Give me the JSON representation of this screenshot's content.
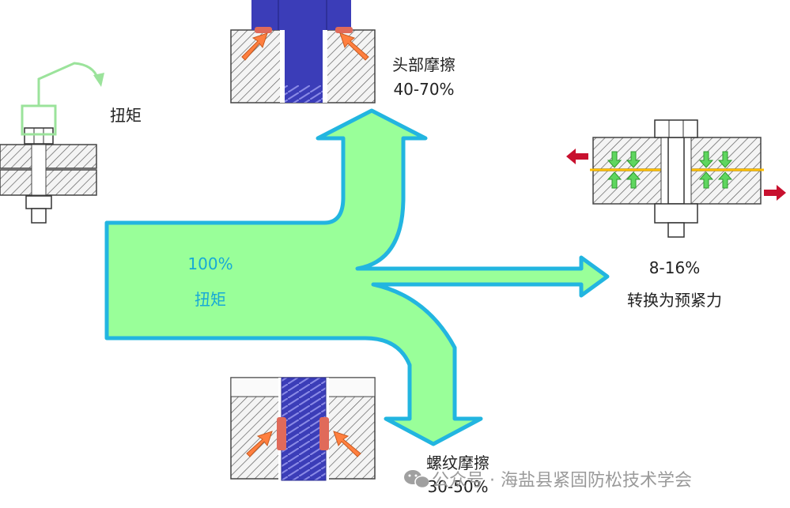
{
  "labels": {
    "torque_input": "扭矩",
    "center_percent": "100%",
    "center_label": "扭矩",
    "head_title": "头部摩擦",
    "head_percent": "40-70%",
    "preload_percent": "8-16%",
    "preload_title": "转换为预紧力",
    "thread_title": "螺纹摩擦",
    "thread_percent": "30-50%"
  },
  "watermark": {
    "text": "公众号 · 海盐县紧固防松技术学会"
  },
  "colors": {
    "arrow_fill": "#99ff99",
    "arrow_stroke": "#22b5e0",
    "bolt_blue": "#3b3db8",
    "friction_red": "#e06a5a",
    "force_orange": "#ff7f3f",
    "preload_green": "#5fd65f",
    "preload_red": "#c8102e",
    "joint_line": "#ffbf00"
  }
}
